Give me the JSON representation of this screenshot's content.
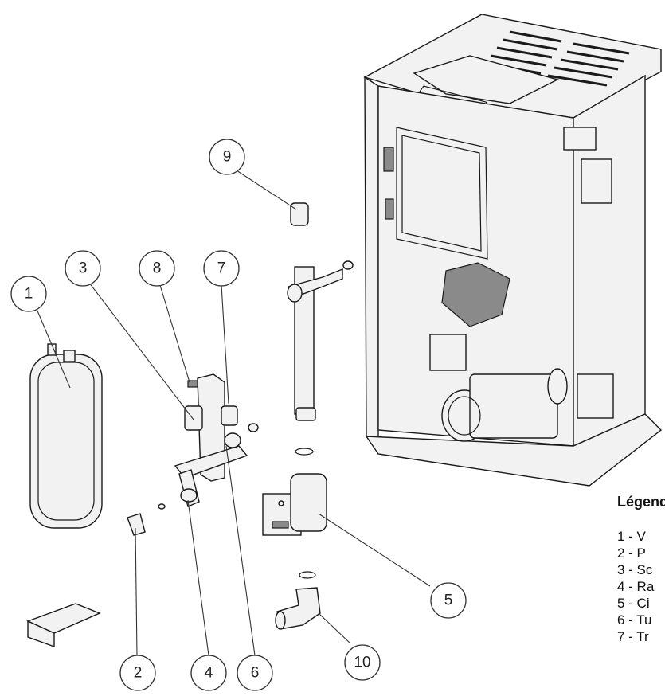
{
  "legend": {
    "title": "Légende",
    "items": [
      {
        "label": "1  - V"
      },
      {
        "label": "2  - P"
      },
      {
        "label": "3 - Sc"
      },
      {
        "label": "4 - Ra"
      },
      {
        "label": "5 - Ci"
      },
      {
        "label": "6 - Tu"
      },
      {
        "label": "7 - Tr"
      }
    ]
  },
  "callouts": [
    {
      "number": "1"
    },
    {
      "number": "2"
    },
    {
      "number": "3"
    },
    {
      "number": "4"
    },
    {
      "number": "5"
    },
    {
      "number": "6"
    },
    {
      "number": "7"
    },
    {
      "number": "8"
    },
    {
      "number": "9"
    },
    {
      "number": "10"
    }
  ]
}
